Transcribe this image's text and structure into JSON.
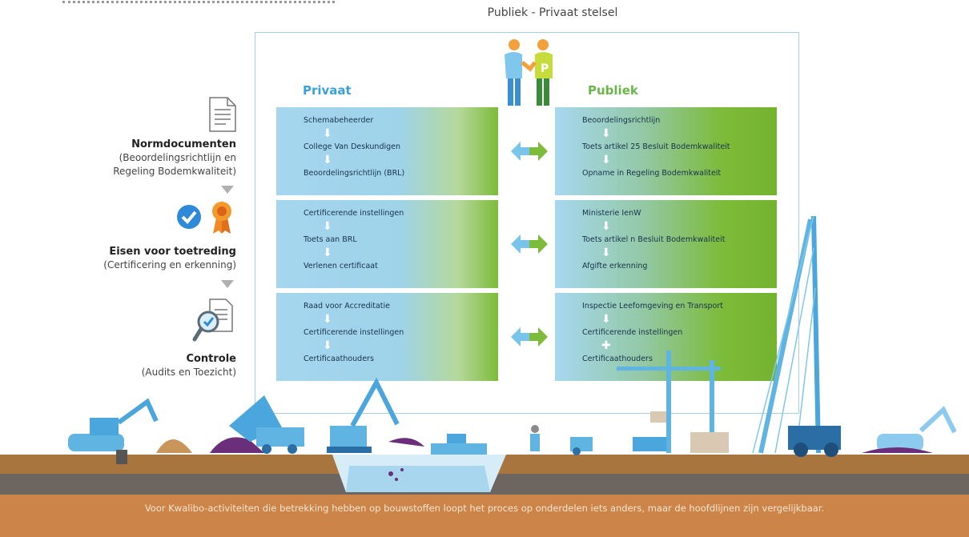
{
  "header": {
    "title": "Publiek - Privaat stelsel"
  },
  "columns": {
    "private_heading": "Privaat",
    "public_heading": "Publiek"
  },
  "people": {
    "left_badge": "P"
  },
  "rows": [
    {
      "private": [
        "Schemabeheerder",
        "College Van Deskundigen",
        "Beoordelingsrichtlijn (BRL)"
      ],
      "public": [
        "Beoordelingsrichtlijn",
        "Toets artikel 25 Besluit Bodemkwaliteit",
        "Opname in Regeling Bodemkwaliteit"
      ]
    },
    {
      "private": [
        "Certificerende instellingen",
        "Toets aan BRL",
        "Verlenen certificaat"
      ],
      "public": [
        "Ministerie IenW",
        "Toets artikel n Besluit Bodemkwaliteit",
        "Afgifte erkenning"
      ]
    },
    {
      "private": [
        "Raad voor Accreditatie",
        "Certificerende instellingen",
        "Certificaathouders"
      ],
      "public": [
        "Inspectie Leefomgeving en Transport",
        "Certificerende instellingen",
        "Certificaathouders"
      ]
    }
  ],
  "sidebar": {
    "normdocumenten": {
      "title": "Normdocumenten",
      "line1": "(Beoordelingsrichtlijn en",
      "line2": "Regeling Bodemkwaliteit)"
    },
    "eisen": {
      "title": "Eisen voor toetreding",
      "line1": "(Certificering en erkenning)"
    },
    "controle": {
      "title": "Controle",
      "line1": "(Audits en Toezicht)"
    }
  },
  "footer": {
    "text": "Voor Kwalibo-activiteiten die betrekking hebben op bouwstoffen loopt het proces op onderdelen iets anders, maar de hoofdlijnen zijn vergelijkbaar."
  },
  "colors": {
    "private_blue": "#3aa0d8",
    "public_green": "#6bb64a",
    "frame_border": "#a9cfe6",
    "earth": "#cc8448",
    "soil": "#a9753f",
    "dark_layer": "#6d6660",
    "machine_blue": "#5fb4e2"
  }
}
